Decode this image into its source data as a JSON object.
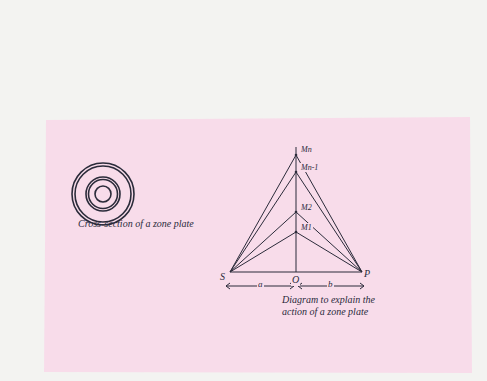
{
  "diagram": {
    "labels": [
      "Cross-section of a zone plate",
      "Mn",
      "Mn-1",
      "M2",
      "M1",
      "S",
      "a",
      "O",
      "b",
      "P",
      "Diagram to explain the action of a zone plate"
    ]
  }
}
